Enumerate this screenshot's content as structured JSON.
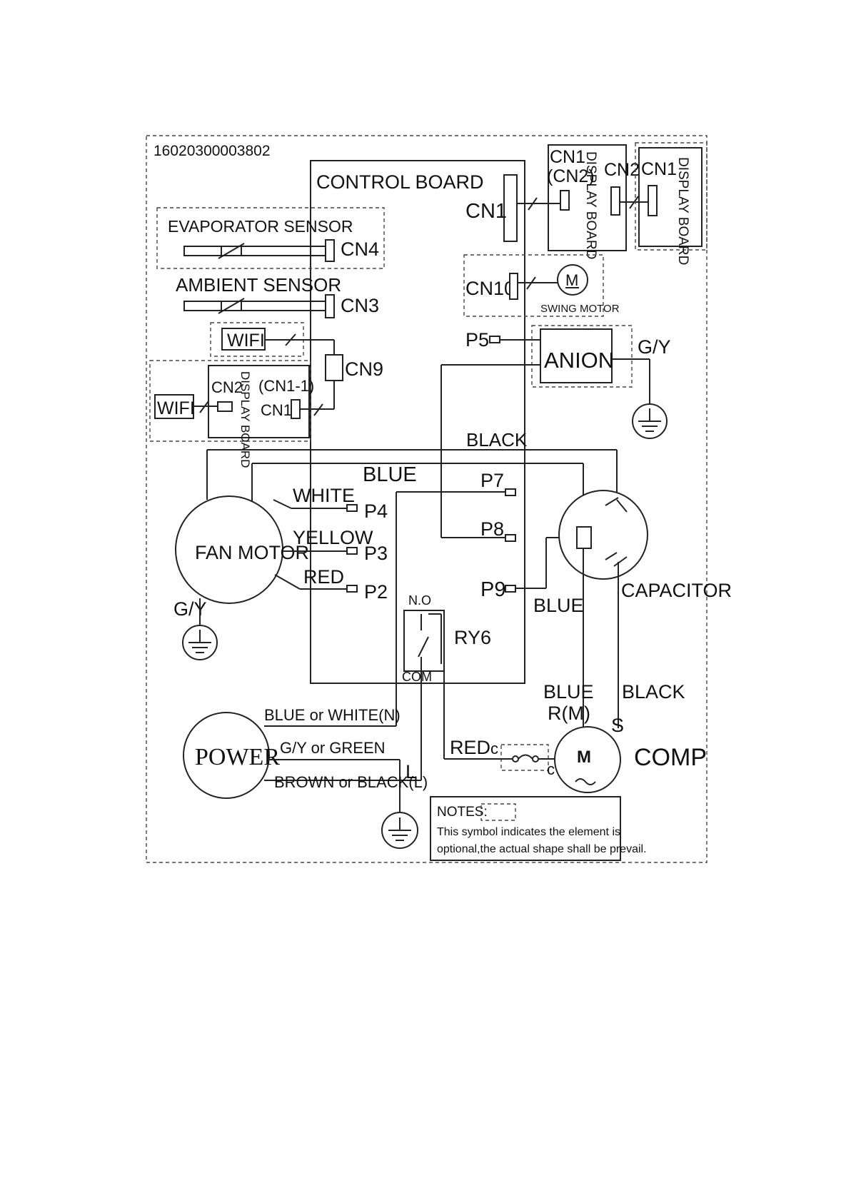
{
  "part_number": "16020300003802",
  "control_board": "CONTROL BOARD",
  "evaporator_sensor": "EVAPORATOR SENSOR",
  "ambient_sensor": "AMBIENT SENSOR",
  "connectors": {
    "cn4": "CN4",
    "cn3": "CN3",
    "cn9": "CN9",
    "cn1": "CN1",
    "cn10": "CN10",
    "p5": "P5",
    "p7": "P7",
    "p8": "P8",
    "p9": "P9",
    "p4": "P4",
    "p3": "P3",
    "p2": "P2"
  },
  "display_board_1": {
    "cn1": "CN1",
    "cn2_paren": "(CN2)",
    "cn2": "CN2",
    "label": "DISPLAY BOARD"
  },
  "display_board_2": {
    "cn1": "CN1",
    "label": "DISPLAY BOARD"
  },
  "display_board_3": {
    "cn2": "CN2",
    "cn1_1": "(CN1-1)",
    "cn1": "CN1",
    "label": "DISPLAY BOARD"
  },
  "wifi_1": "WIFI",
  "wifi_2": "WIFI",
  "swing_motor": {
    "symbol": "M",
    "label": "SWING MOTOR"
  },
  "anion": {
    "label": "ANION",
    "ground": "G/Y"
  },
  "wires": {
    "black_top": "BLACK",
    "blue_top": "BLUE",
    "white": "WHITE",
    "yellow": "YELLOW",
    "red": "RED",
    "blue_p9": "BLUE",
    "blue_rm": "BLUE",
    "black_s": "BLACK",
    "red_comp": "RED"
  },
  "fan_motor": {
    "label": "FAN MOTOR",
    "ground": "G/Y"
  },
  "capacitor": "CAPACITOR",
  "relay": {
    "no": "N.O",
    "com": "COM",
    "name": "RY6"
  },
  "compressor": {
    "symbol": "M",
    "label": "COMP",
    "rm": "R(M)",
    "s": "S",
    "c1": "c",
    "c2": "c"
  },
  "power": {
    "label": "POWER",
    "neutral": "BLUE or WHITE(N)",
    "earth": "G/Y or GREEN",
    "line": "BROWN or BLACK(L)",
    "l": "L"
  },
  "notes": {
    "title": "NOTES:",
    "line1": "This symbol indicates the element is",
    "line2": "optional,the actual shape shall be prevail."
  }
}
